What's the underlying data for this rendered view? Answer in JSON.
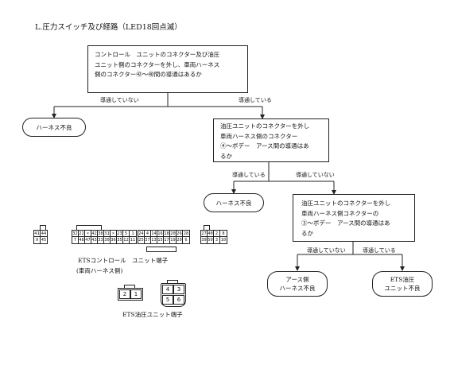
{
  "title": "L.圧力スイッチ及び経路（LED18回点滅）",
  "boxes": {
    "box1": "コントロール　ユニットのコネクター及び油圧\nユニット側のコネクターを外し、車両ハーネス\n側のコネクター㊷～㊵間の導通はあるか",
    "box2": "油圧ユニットのコネクターを外し\n車両ハーネス側のコネクター\n④～ボデー　アース間の導通はあ\nるか",
    "box3": "油圧ユニットのコネクターを外し\n車両ハーネス側コネクターの\n③～ボデー　アース間の導通はあ\nるか"
  },
  "results": {
    "harness1": "ハーネス不良",
    "harness2": "ハーネス不良",
    "earth": "アース側\nハーネス不良",
    "unit": "ETS油圧\nユニット不良"
  },
  "branch_labels": {
    "b1_no": "導通していない",
    "b1_yes": "導通している",
    "b2_yes": "導通している",
    "b2_no": "導通していない",
    "b3_no": "導通していない",
    "b3_yes": "導通している"
  },
  "connector_groups": [
    {
      "rows": [
        [
          "41",
          "44"
        ],
        [
          "9",
          "45"
        ]
      ]
    },
    {
      "rows": [
        [
          "32",
          "22",
          "×",
          "42",
          "38",
          "31",
          "×",
          "23",
          "5",
          "1"
        ],
        [
          "7",
          "48",
          "47",
          "43",
          "33",
          "30",
          "36",
          "35",
          "12",
          "11"
        ]
      ]
    },
    {
      "rows": [
        [
          "24",
          "4",
          "14",
          "16",
          "18",
          "20",
          "26",
          "28"
        ],
        [
          "25",
          "37",
          "13",
          "15",
          "17",
          "19",
          "29",
          "6"
        ]
      ]
    },
    {
      "rows": [
        [
          "27",
          "40",
          "2",
          "8"
        ],
        [
          "39",
          "50",
          "3",
          "10"
        ]
      ]
    }
  ],
  "connector_label": "ETSコントロール　ユニット端子",
  "connector_sublabel": "(車両ハーネス側)",
  "plug_small": [
    "2",
    "1"
  ],
  "plug_large": [
    "4",
    "3",
    "5",
    "6"
  ],
  "plug_label": "ETS油圧ユニット端子"
}
